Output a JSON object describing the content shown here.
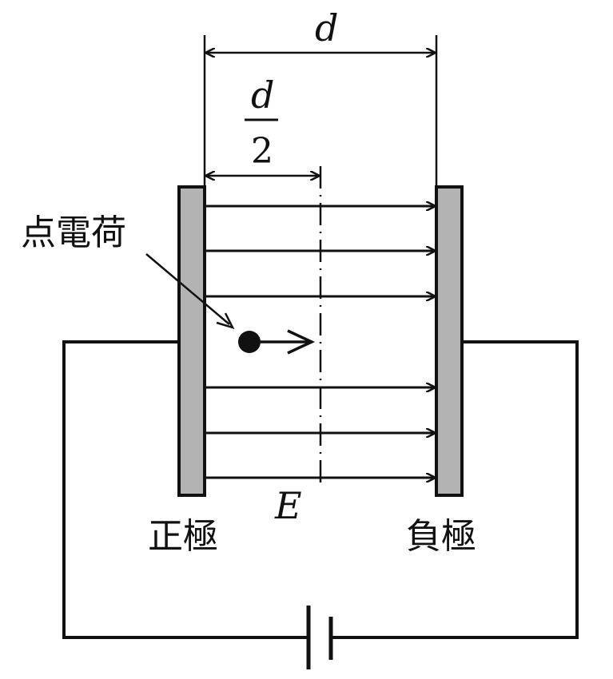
{
  "labels": {
    "gap": "d",
    "half_numerator": "d",
    "half_denominator": "2",
    "point_charge": "点電荷",
    "field": "E",
    "positive_plate": "正極",
    "negative_plate": "負極"
  },
  "colors": {
    "plate_fill": "#b3b3b3",
    "stroke": "#111111",
    "background": "#ffffff"
  }
}
